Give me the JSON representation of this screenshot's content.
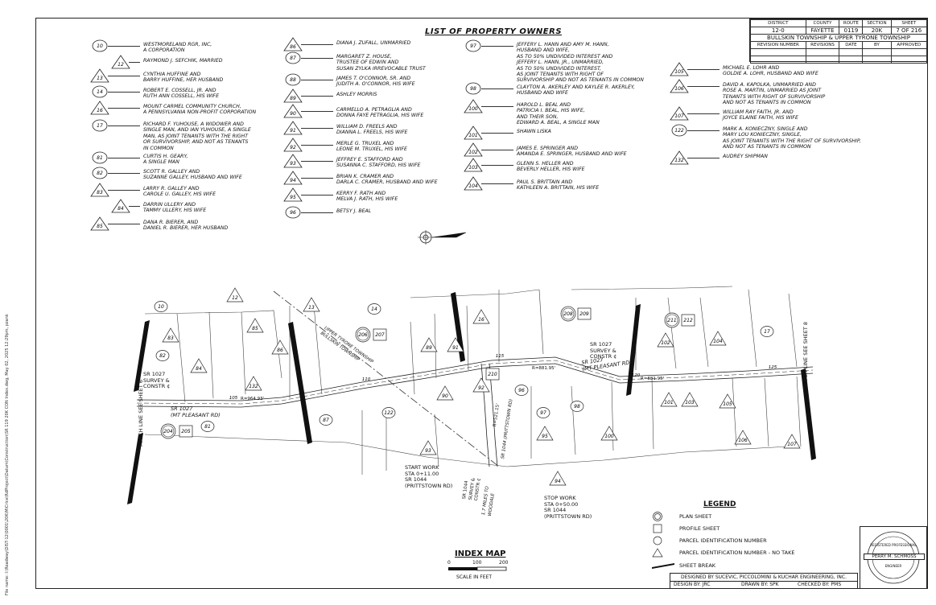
{
  "title": "LIST OF PROPERTY OWNERS",
  "title_block": {
    "headers": [
      "DISTRICT",
      "COUNTY",
      "ROUTE",
      "SECTION",
      "SHEET"
    ],
    "values": [
      "12-0",
      "FAYETTE",
      "0119",
      "20K",
      "7 OF 216"
    ],
    "township": "BULLSKIN TOWNSHIP & UPPER TYRONE TOWNSHIP",
    "revision_headers": [
      "REVISION NUMBER",
      "REVISIONS",
      "DATE",
      "BY",
      "APPROVED"
    ]
  },
  "owners_col1": [
    {
      "id": "10",
      "shape": "circle",
      "text": "WESTMORELAND RGR, INC,\nA CORPORATION"
    },
    {
      "id": "12",
      "shape": "triangle",
      "text": "RAYMOND J. SEFCHIK, MARRIED"
    },
    {
      "id": "13",
      "shape": "triangle",
      "text": "CYNTHIA HUFFINE AND\nBARRY HUFFINE, HER HUSBAND"
    },
    {
      "id": "14",
      "shape": "circle",
      "text": "ROBERT E. COSSELL, JR. AND\nRUTH ANN COSSELL, HIS WIFE"
    },
    {
      "id": "16",
      "shape": "triangle",
      "text": "MOUNT CARMEL COMMUNITY CHURCH,\nA PENNSYLVANIA NON-PROFIT CORPORATION"
    },
    {
      "id": "17",
      "shape": "circle",
      "text": "RICHARD F. YUHOUSE, A WIDOWER AND\nSINGLE MAN, AND IAN YUHOUSE, A SINGLE\nMAN, AS JOINT TENANTS WITH THE RIGHT\nOR SURVIVORSHIP, AND NOT AS TENANTS\nIN COMMON"
    },
    {
      "id": "81",
      "shape": "circle",
      "text": "CURTIS H. GEARY,\nA SINGLE MAN"
    },
    {
      "id": "82",
      "shape": "circle",
      "text": "SCOTT R. GALLEY AND\nSUZANNE GALLEY, HUSBAND AND WIFE"
    },
    {
      "id": "83",
      "shape": "triangle",
      "text": "LARRY R. GALLEY AND\nCAROLE U. GALLEY, HIS WIFE"
    },
    {
      "id": "84",
      "shape": "triangle",
      "text": "DARRIN ULLERY AND\nTAMMY ULLERY, HIS WIFE"
    },
    {
      "id": "85",
      "shape": "triangle",
      "text": "DANA R. BIERER, AND\nDANIEL R. BIERER, HER HUSBAND"
    }
  ],
  "owners_col2": [
    {
      "id": "86",
      "shape": "triangle",
      "text": "DIANA J. ZUFALL, UNMARRIED"
    },
    {
      "id": "87",
      "shape": "circle",
      "text": "MARGARET Z. HOUSE,\nTRUSTEE OF EDWIN AND\nSUSAN ZYLKA IRREVOCABLE TRUST"
    },
    {
      "id": "88",
      "shape": "circle",
      "text": "JAMES T. O'CONNOR, SR. AND\nJUDITH A. O'CONNOR, HIS WIFE"
    },
    {
      "id": "89",
      "shape": "triangle",
      "text": "ASHLEY MORRIS"
    },
    {
      "id": "90",
      "shape": "triangle",
      "text": "CARMELLO A. PETRAGLIA AND\nDONNA FAYE PETRAGLIA, HIS WIFE"
    },
    {
      "id": "91",
      "shape": "triangle",
      "text": "WILLIAM D. FREELS AND\nDIANNA L. FREELS, HIS WIFE"
    },
    {
      "id": "92",
      "shape": "triangle",
      "text": "MERLE G. TRUXEL AND\nLEONE M. TRUXEL, HIS WIFE"
    },
    {
      "id": "93",
      "shape": "triangle",
      "text": "JEFFREY E. STAFFORD AND\nSUSANNA C. STAFFORD, HIS WIFE"
    },
    {
      "id": "94",
      "shape": "triangle",
      "text": "BRIAN K. CRAMER AND\nDARLA C. CRAMER, HUSBAND AND WIFE"
    },
    {
      "id": "95",
      "shape": "triangle",
      "text": "KERRY F. RATH AND\nMELVA J. RATH, HIS WIFE"
    },
    {
      "id": "96",
      "shape": "circle",
      "text": "BETSY J. BEAL"
    }
  ],
  "owners_col3": [
    {
      "id": "97",
      "shape": "circle",
      "text": "JEFFERY L. HANN AND AMY M. HANN,\nHUSBAND AND WIFE,\nAS TO 50% UNDIVIDED INTEREST AND\nJEFFERY L. HANN, JR., UNMARRIED,\nAS TO 50% UNDIVIDED INTEREST,\nAS JOINT TENANTS WITH RIGHT OF\nSURVIVORSHIP AND NOT AS TENANTS IN COMMON"
    },
    {
      "id": "98",
      "shape": "circle",
      "text": "CLAYTON A. AKERLEY AND KAYLEE R. AKERLEY,\nHUSBAND AND WIFE"
    },
    {
      "id": "100",
      "shape": "triangle",
      "text": "HAROLD L. BEAL AND\nPATRICIA I. BEAL, HIS WIFE,\nAND THEIR SON,\nEDWARD A. BEAL, A SINGLE MAN"
    },
    {
      "id": "101",
      "shape": "triangle",
      "text": "SHAWN LISKA"
    },
    {
      "id": "102",
      "shape": "triangle",
      "text": "JAMES E. SPRINGER AND\nAMANDA E. SPRINGER, HUSBAND AND WIFE"
    },
    {
      "id": "103",
      "shape": "triangle",
      "text": "GLENN S. HELLER AND\nBEVERLY HELLER, HIS WIFE"
    },
    {
      "id": "104",
      "shape": "triangle",
      "text": "PAUL S. BRITTAIN AND\nKATHLEEN A. BRITTAIN, HIS WIFE"
    }
  ],
  "owners_col4": [
    {
      "id": "105",
      "shape": "triangle",
      "text": "MICHAEL E. LOHR AND\nGOLDIE A. LOHR, HUSBAND AND WIFE"
    },
    {
      "id": "106",
      "shape": "triangle",
      "text": "DAVID A. KAPOLKA, UNMARRIED AND\nROSE A. MARTIN, UNMARRIED AS JOINT\nTENANTS WITH RIGHT OF SURVIVORSHIP\nAND NOT AS TENANTS IN COMMON"
    },
    {
      "id": "107",
      "shape": "triangle",
      "text": "WILLIAM RAY FAITH, JR. AND\nJOYCE ELAINE FAITH, HIS WIFE"
    },
    {
      "id": "122",
      "shape": "circle",
      "text": "MARK A. KONIECZNY, SINGLE AND\nMARY LOU KONIECZNY, SINGLE,\nAS JOINT TENANTS WITH THE RIGHT OF SURVIVORSHIP,\nAND NOT AS TENANTS IN COMMON"
    },
    {
      "id": "132",
      "shape": "triangle",
      "text": "AUDREY SHIPMAN"
    }
  ],
  "map": {
    "match_left": "MATCH LINE SEE SHEET 6",
    "match_right": "MATCH LINE SEE SHEET 8",
    "sr1027_left": "SR 1027\nSURVEY &\nCONSTR ¢",
    "sr1027_mid": "SR 1027\n(MT PLEASANT RD)",
    "sr1027_right": "SR 1027\nSURVEY &\nCONSTR ¢",
    "sr1027_right2": "SR 1027\n(MT PLEASANT RD)",
    "township_line": "UPPER TYRONE TOWNSHIP\nBULLSKIN TOWNSHIP",
    "r1": "R=964.93'",
    "r2": "R=881.95'",
    "r3": "R=881.95'",
    "r4": "R=521.15'",
    "sr1044": "SR 1044 (PRITTSTOWN RD)",
    "sr1044_constr": "SR 1044\nSURVEY &\nCONSTR ¢",
    "woodale": "1.7 MILES TO\nWOODALE",
    "start_work": "START WORK\nSTA 0+11.00\nSR 1044\n(PRITTSTOWN RD)",
    "stop_work": "STOP WORK\nSTA 0+50.00\nSR 1044\n(PRITTSTOWN RD)",
    "stations": [
      "105",
      "110",
      "115",
      "120",
      "125"
    ],
    "plan_sheets": [
      "204",
      "206",
      "208",
      "211"
    ],
    "profile_sheets": [
      "205",
      "207",
      "209",
      "210",
      "212"
    ],
    "parcels_circle": [
      "10",
      "14",
      "17",
      "81",
      "82",
      "87",
      "96",
      "97",
      "98",
      "122"
    ],
    "parcels_tri": [
      "12",
      "13",
      "16",
      "83",
      "84",
      "85",
      "86",
      "89",
      "90",
      "91",
      "92",
      "93",
      "94",
      "95",
      "100",
      "101",
      "102",
      "103",
      "104",
      "105",
      "106",
      "107",
      "132"
    ]
  },
  "legend": {
    "title": "LEGEND",
    "items": [
      "PLAN SHEET",
      "PROFILE SHEET",
      "PARCEL IDENTIFICATION NUMBER",
      "PARCEL IDENTIFICATION NUMBER - NO TAKE",
      "SHEET BREAK"
    ]
  },
  "index_map": {
    "title": "INDEX MAP",
    "scale_ticks": [
      "0",
      "100",
      "200"
    ],
    "scale_label": "SCALE IN FEET"
  },
  "design": {
    "designed_by": "DESIGNED BY SUCEVIC, PICCOLOMINI & KUCHAR ENGINEERING, INC.",
    "design_by": "DESIGN BY: JRC",
    "drawn_by": "DRAWN BY: SPK",
    "checked_by": "CHECKED BY: PMS"
  },
  "seal": {
    "name": "PERRY M. SCHMOSS",
    "top": "REGISTERED PROFESSIONAL",
    "bottom": "ENGINEER"
  },
  "file_path": "File name: I:\\Roadway\\DIST-12\\0001\\20K\\MiCrice\\RdProject\\Datum\\Construction\\SR 119 20K CON Index.dwg, May 02, 2025 12:29pm, pzank"
}
